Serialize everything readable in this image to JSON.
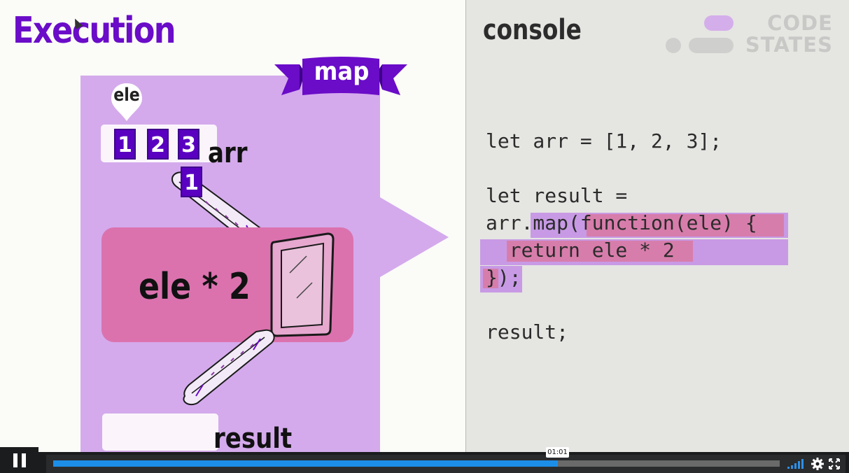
{
  "slide": {
    "title": "Execution",
    "banner_label": "map",
    "param_label": "ele",
    "arr_label": "arr",
    "result_label": "result",
    "function_expression": "ele * 2",
    "array_values": [
      "1",
      "2",
      "3"
    ],
    "moving_value": "1"
  },
  "console": {
    "title": "console",
    "code_lines": [
      "let arr = [1, 2, 3];",
      "",
      "let result =",
      "arr.map(function(ele) {",
      "  return ele * 2",
      "});",
      "",
      "result;"
    ]
  },
  "logo": {
    "line1": "CODE",
    "line2": "STATES"
  },
  "player": {
    "time": "01:01",
    "progress": 0.695
  },
  "colors": {
    "title_purple": "#6a0cc8",
    "panel_violet": "#d4aaec",
    "function_pink": "#db72ae",
    "tile_purple": "#5a00c0",
    "progress_blue": "#1d8ee8"
  },
  "icons": [
    "pause-icon",
    "volume-icon",
    "gear-icon",
    "fullscreen-icon",
    "location-pin-icon",
    "mouse-cursor-icon"
  ]
}
